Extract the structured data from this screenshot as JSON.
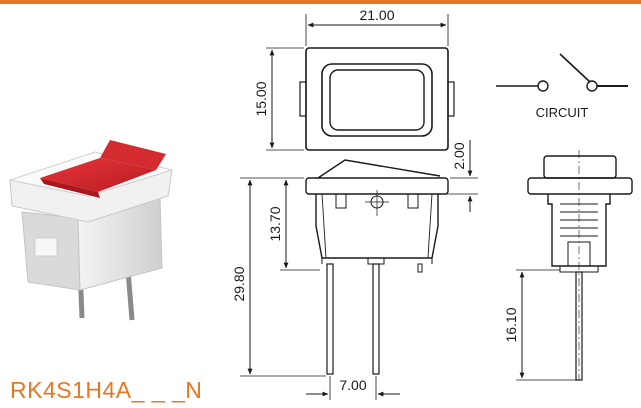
{
  "colors": {
    "accent": "#E87722",
    "line": "#1a1a1a",
    "switch_body": "#ECECEC",
    "rocker": "#D9252B"
  },
  "part_number": "RK4S1H4A_ _ _N",
  "circuit_label": "CIRCUIT",
  "dimensions": {
    "width_top": "21.00",
    "height_top": "15.00",
    "rocker_protrusion": "2.00",
    "body_height": "13.70",
    "overall_height": "29.80",
    "pin_spacing": "7.00",
    "pin_length": "16.10"
  },
  "icons": {
    "product": "rocker-switch-photo",
    "circuit": "spst-switch-symbol"
  }
}
